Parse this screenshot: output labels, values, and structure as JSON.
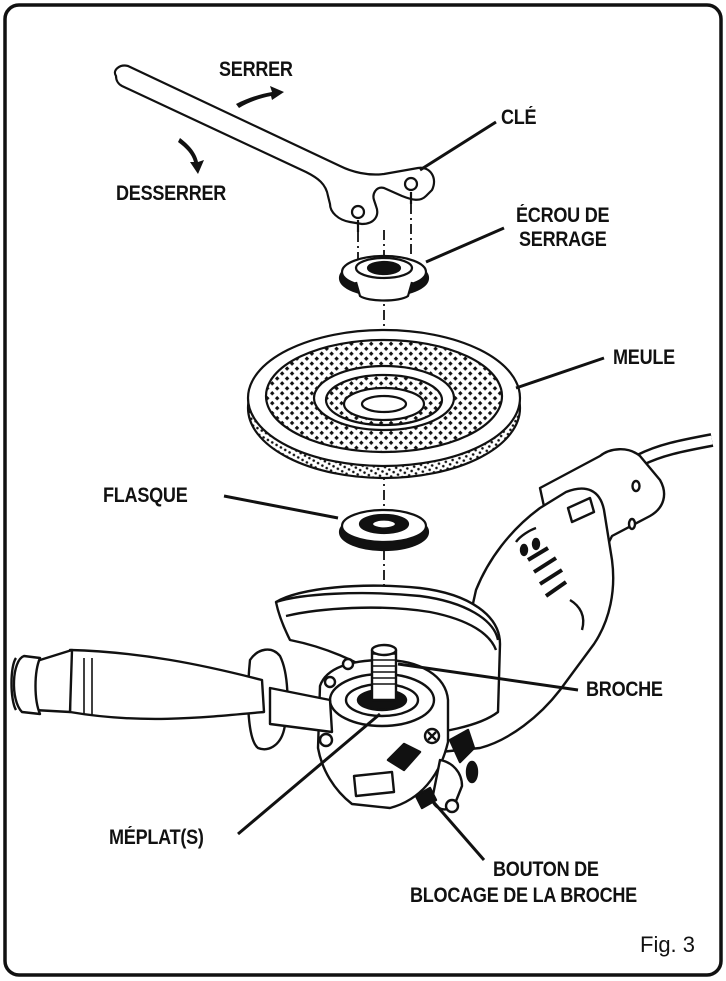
{
  "labels": {
    "serrer": "SERRER",
    "desserrer": "DESSERRER",
    "cle": "CLÉ",
    "ecrou_line1": "ÉCROU DE",
    "ecrou_line2": "SERRAGE",
    "meule": "MEULE",
    "flasque": "FLASQUE",
    "broche": "BROCHE",
    "meplats": "MÉPLAT(S)",
    "bouton_line1": "BOUTON DE",
    "bouton_line2": "BLOCAGE DE LA BROCHE"
  },
  "figure_caption": "Fig. 3",
  "colors": {
    "ink": "#111111",
    "paper": "#ffffff"
  }
}
